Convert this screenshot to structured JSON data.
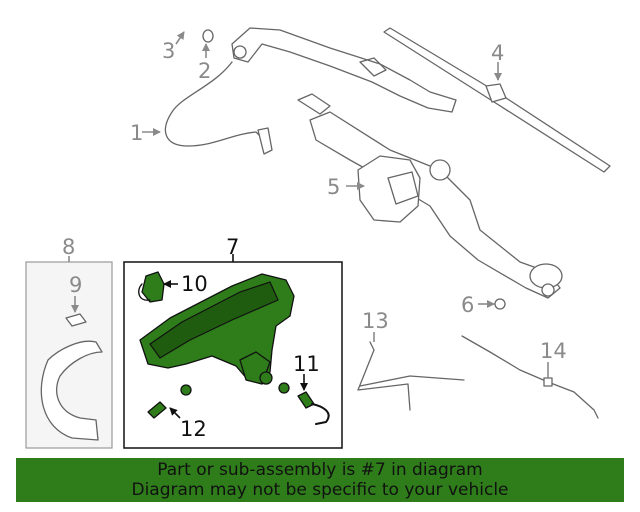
{
  "callouts": {
    "c1": "1",
    "c2": "2",
    "c3": "3",
    "c4": "4",
    "c5": "5",
    "c6": "6",
    "c7": "7",
    "c8": "8",
    "c9": "9",
    "c10": "10",
    "c11": "11",
    "c12": "12",
    "c13": "13",
    "c14": "14"
  },
  "highlighted_part": "7",
  "colors": {
    "highlight": "#2e7d1a",
    "callout_gray": "#8a8a8a",
    "banner": "#2e7d1a"
  },
  "banner": {
    "line1": "Part or sub-assembly is #7 in diagram",
    "line2": "Diagram may not be specific to your vehicle"
  }
}
